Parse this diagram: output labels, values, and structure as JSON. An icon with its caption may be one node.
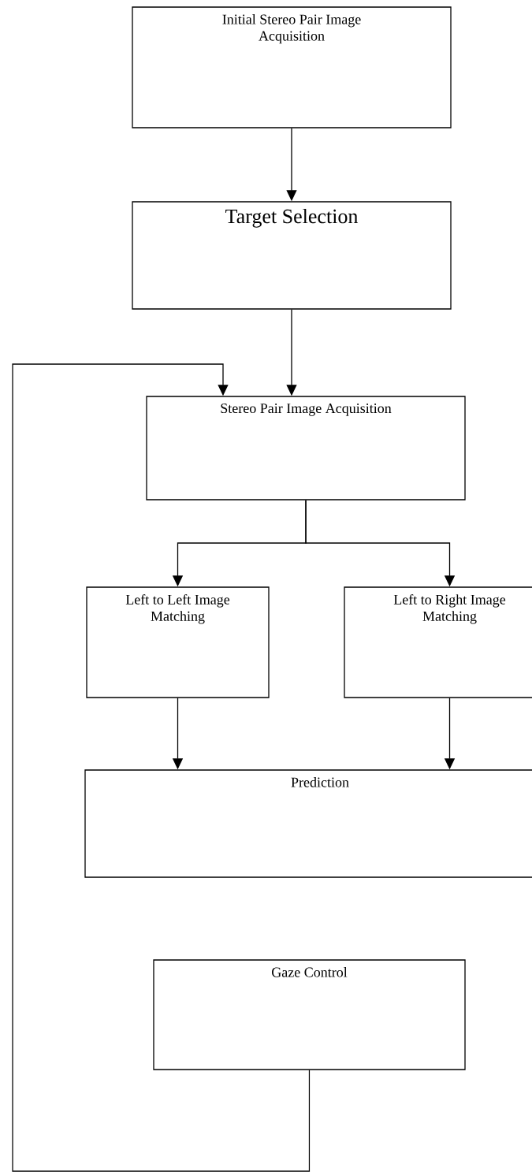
{
  "diagram": {
    "nodes": [
      {
        "text": [
          "Initial Stereo Pair Image Acquisition"
        ]
      },
      {
        "text": [
          "Target Selection"
        ]
      },
      {
        "text": [
          "Stereo Pair Image Acquisition"
        ]
      },
      {
        "text": [
          "Left to Left Image Matching"
        ]
      },
      {
        "text": [
          "Left to Right Image Matching"
        ]
      },
      {
        "text": [
          "Prediction"
        ]
      },
      {
        "text": [
          "Gaze Control"
        ]
      }
    ],
    "edges": [
      {
        "from": 0,
        "to": 1,
        "arrow": "to"
      },
      {
        "from": 1,
        "to": 2,
        "arrow": "to"
      },
      {
        "from": 2,
        "to": 3,
        "arrow": "to"
      },
      {
        "from": 2,
        "to": 4,
        "arrow": "to"
      },
      {
        "from": 3,
        "to": 5,
        "arrow": "to"
      },
      {
        "from": 4,
        "to": 5,
        "arrow": "to"
      },
      {
        "from": 6,
        "to": 2,
        "arrow": "to"
      }
    ]
  }
}
